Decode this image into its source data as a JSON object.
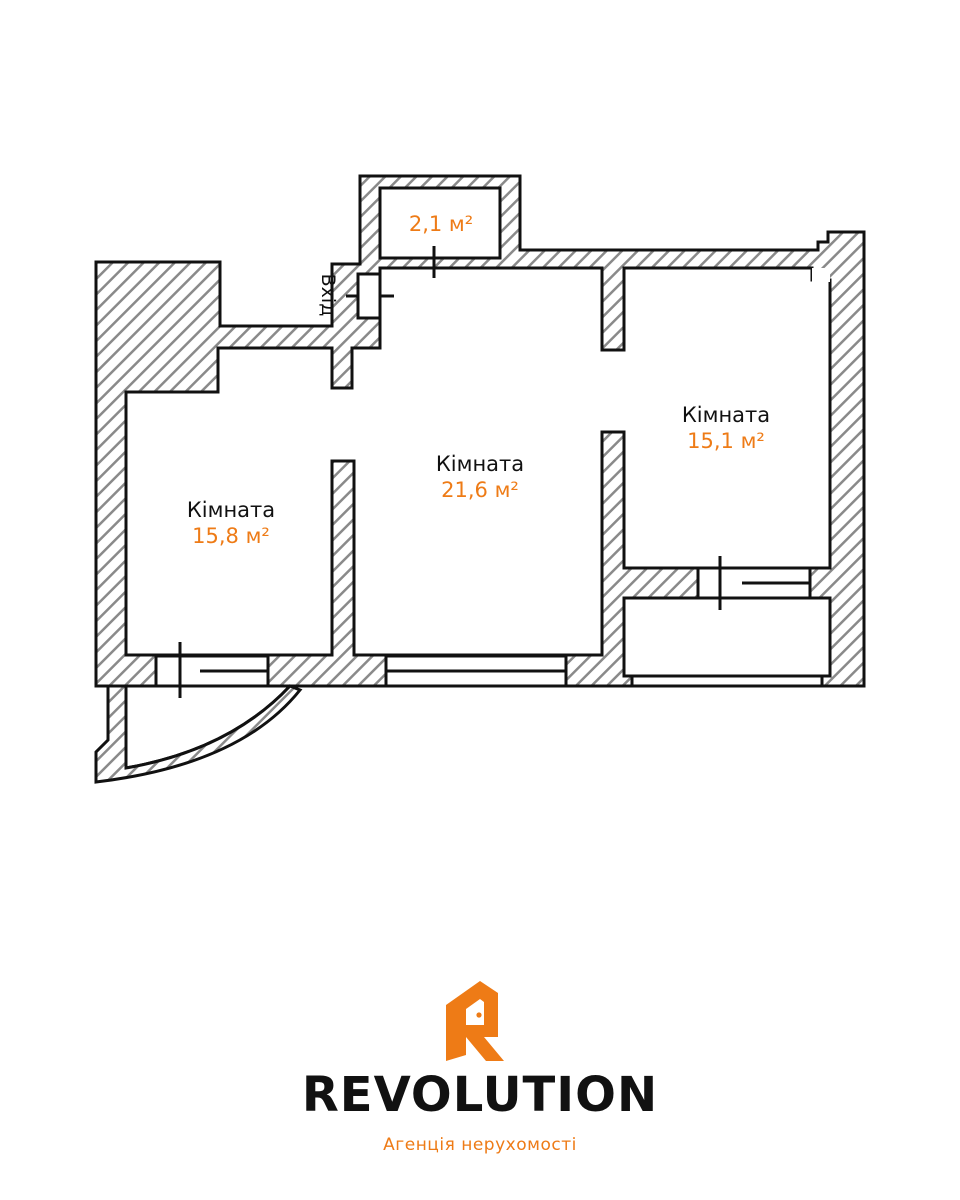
{
  "colors": {
    "wall_outline": "#111111",
    "hatch": "#8a8a8a",
    "area_text": "#ee7b16",
    "accent": "#ee7b16"
  },
  "rooms": [
    {
      "name": "Кімната",
      "area": "15,8 м²"
    },
    {
      "name": "Кімната",
      "area": "21,6 м²"
    },
    {
      "name": "Кімната",
      "area": "15,1 м²"
    },
    {
      "name": "",
      "area": "2,1 м²"
    }
  ],
  "entrance": {
    "label": "Вхід"
  },
  "brand": {
    "name": "REVOLUTION",
    "tagline": "Агенція нерухомості",
    "mark_icon": "house-door-logo-icon"
  }
}
